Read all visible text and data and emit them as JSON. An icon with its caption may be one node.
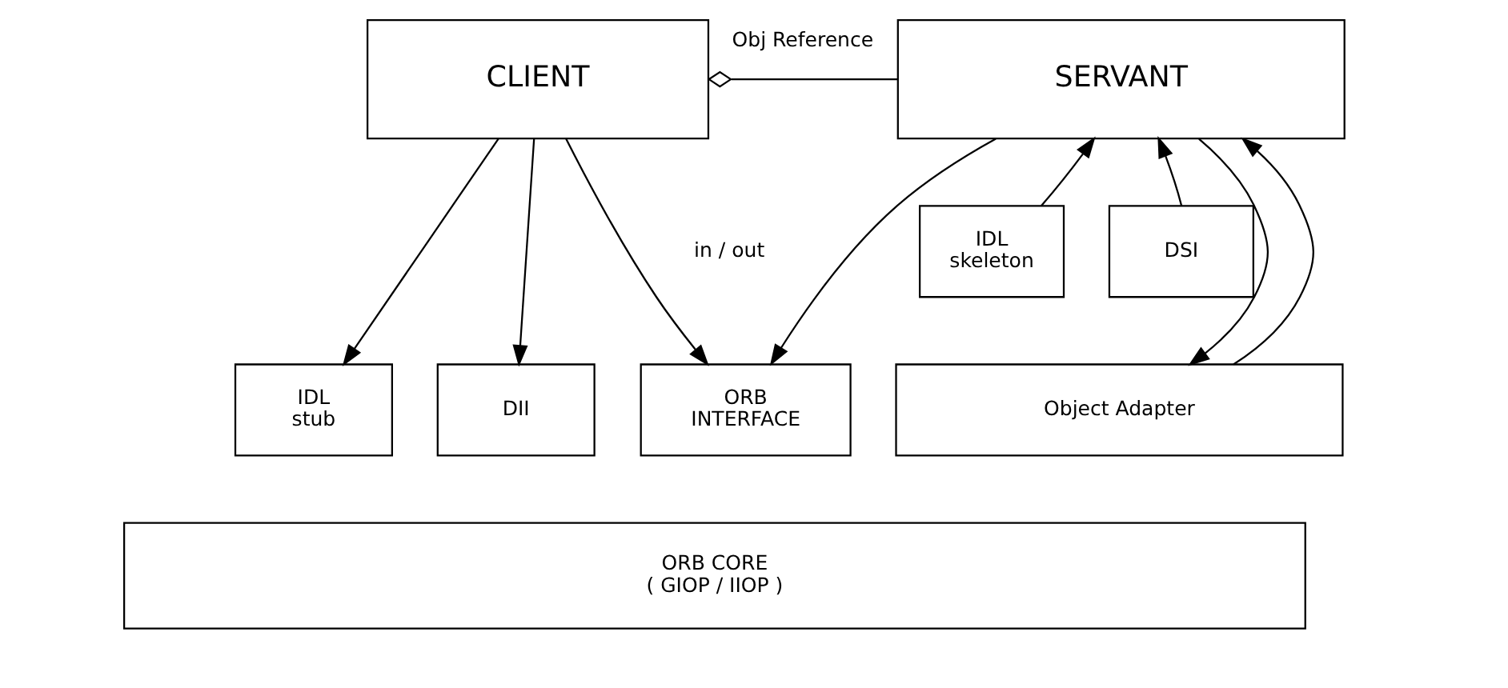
{
  "diagram": {
    "nodes": [
      {
        "text": [
          "CLIENT"
        ]
      },
      {
        "text": [
          "SERVANT"
        ]
      },
      {
        "text": [
          "IDL stub"
        ]
      },
      {
        "text": [
          "DII"
        ]
      },
      {
        "text": [
          "ORB INTERFACE"
        ]
      },
      {
        "text": [
          "IDL skeleton"
        ]
      },
      {
        "text": [
          "DSI"
        ]
      },
      {
        "text": [
          "Object Adapter"
        ]
      },
      {
        "text": [
          "ORB CORE ( GIOP / IIOP )"
        ]
      }
    ],
    "edges": [
      {
        "from": 0,
        "to": 1,
        "arrow": "other",
        "label": "Obj Reference"
      },
      {
        "from": 0,
        "to": 2,
        "arrow": "to"
      },
      {
        "from": 0,
        "to": 3,
        "arrow": "to"
      },
      {
        "from": 0,
        "to": 4,
        "arrow": "to"
      },
      {
        "from": 1,
        "to": 4,
        "arrow": "to"
      },
      {
        "from": 5,
        "to": 1,
        "arrow": "to"
      },
      {
        "from": 6,
        "to": 1,
        "arrow": "to"
      },
      {
        "from": 7,
        "to": 1,
        "arrow": "to"
      },
      {
        "from": 1,
        "to": 7,
        "arrow": "to"
      }
    ],
    "labels": [
      "in / out"
    ]
  }
}
